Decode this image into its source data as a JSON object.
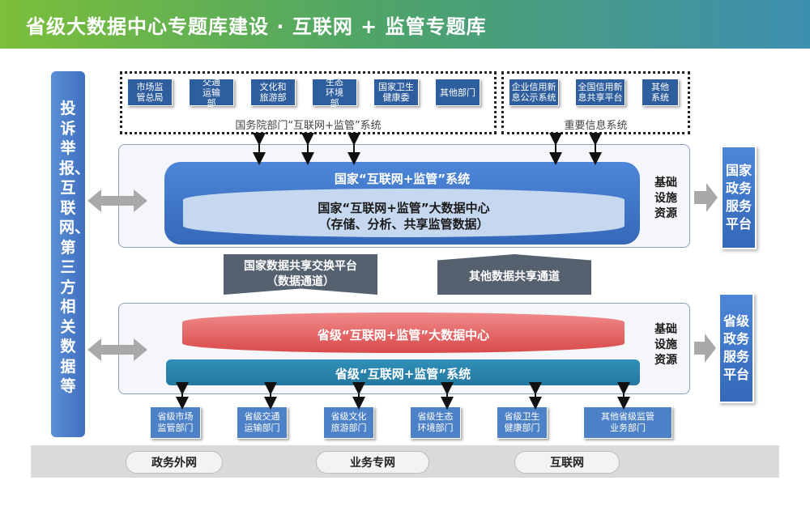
{
  "title": "省级大数据中心专题库建设 · 互联网 + 监管专题库",
  "left_bar": "投诉举报、互联网、第三方相关数据等",
  "state_council": {
    "label": "国务院部门“互联网+监管”系统",
    "items": [
      "市场监管总局",
      "交通运输部",
      "文化和旅游部",
      "生态环境部",
      "国家卫生健康委",
      "其他部门"
    ]
  },
  "info_systems": {
    "label": "重要信息系统",
    "items": [
      "企业信用新息公示系统",
      "全国信用新息共享平台",
      "其他系统"
    ]
  },
  "national": {
    "system": "国家“互联网+监管”系统",
    "center_line1": "国家“互联网+监管”大数据中心",
    "center_line2": "（存储、分析、共享监管数据）",
    "infra": "基础设施资源"
  },
  "national_gov_platform": "国家政务服务平台",
  "exchange": {
    "left": "国家数据共享交换平台（数据通道）",
    "left_line1": "国家数据共享交换平台",
    "left_line2": "（数据通道）",
    "right": "其他数据共享通道"
  },
  "provincial": {
    "center": "省级“互联网+监管”大数据中心",
    "system": "省级“互联网+监管”系统",
    "infra": "基础设施资源"
  },
  "provincial_gov_platform": "省级政务服务平台",
  "provincial_depts": [
    "省级市场监管部门",
    "省级交通运输部门",
    "省级文化旅游部门",
    "省级生态环境部门",
    "省级卫生健康部门",
    "其他省级监管业务部门"
  ],
  "networks": [
    "政务外网",
    "业务专网",
    "互联网"
  ]
}
